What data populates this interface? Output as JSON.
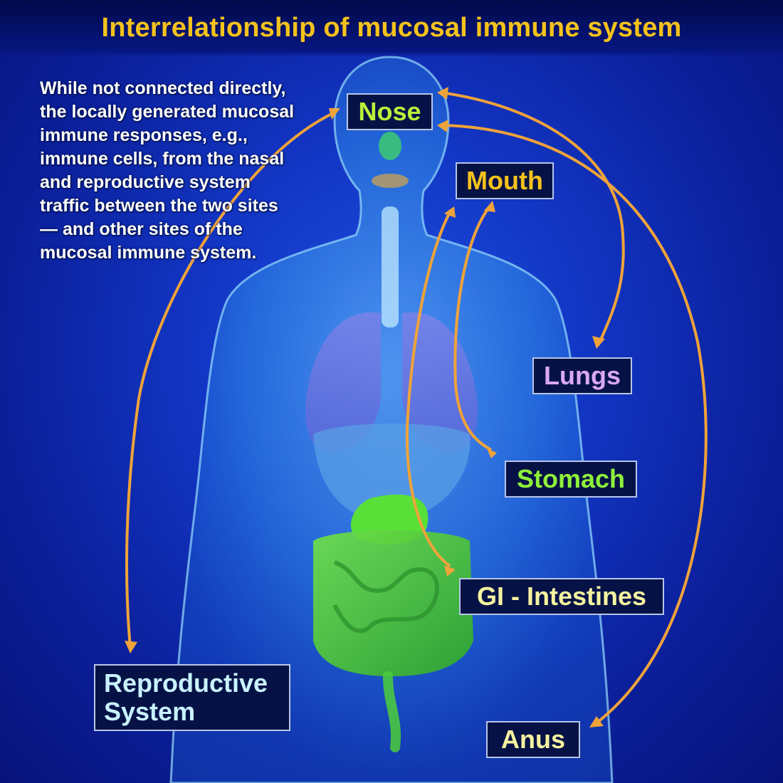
{
  "title": "Interrelationship of mucosal immune system",
  "description": "While not connected directly, the locally generated mucosal immune responses, e.g., immune cells, from the nasal and reproductive system traffic between the two sites — and other sites of the mucosal immune system.",
  "labels": {
    "nose": "Nose",
    "mouth": "Mouth",
    "lungs": "Lungs",
    "stomach": "Stomach",
    "intestines": "GI - Intestines",
    "reproductive_line1": "Reproductive",
    "reproductive_line2": "System",
    "anus": "Anus"
  },
  "colors": {
    "title": "#f4c21b",
    "nose_text": "#b9f23a",
    "mouth_text": "#f4c21b",
    "lungs_text": "#d9a8f5",
    "stomach_text": "#8ef03a",
    "intestines_text": "#f6f3a0",
    "reproductive_text": "#c9f2ff",
    "anus_text": "#f6f3a0",
    "arrow": "#f0a33a"
  }
}
